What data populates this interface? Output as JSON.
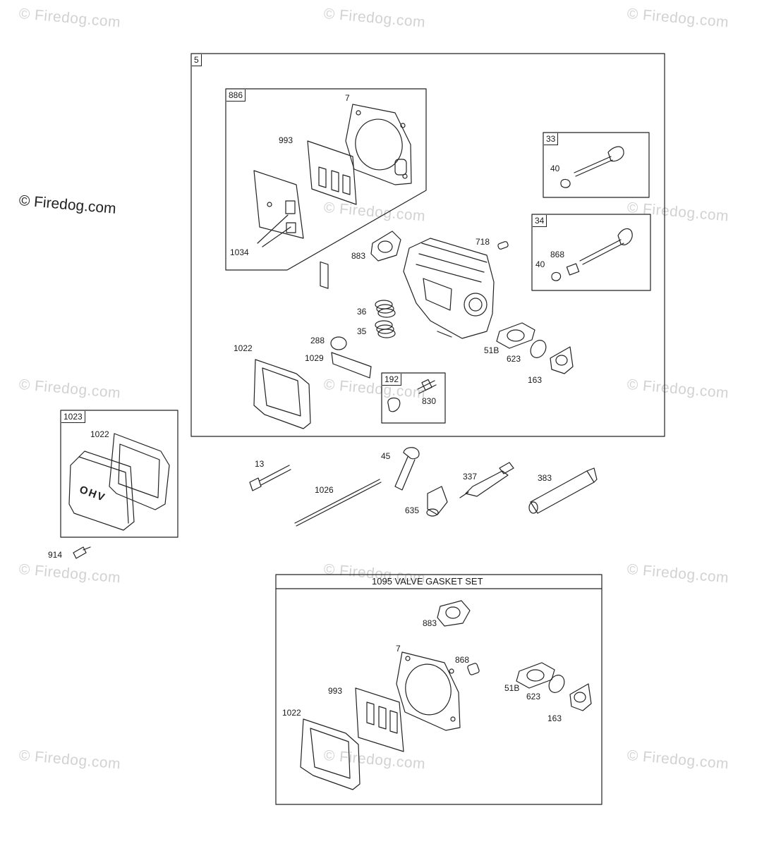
{
  "watermark": {
    "text": "© Firedog.com",
    "dark_text": "© Firedog.com"
  },
  "main_assembly": {
    "id": "5",
    "gasket_kit": {
      "id": "886",
      "parts": {
        "head_gasket": "7",
        "intake_gasket": "993",
        "breather_gasket": "1034"
      }
    },
    "exhaust_valve": {
      "id": "33",
      "retainer": "40"
    },
    "intake_valve": {
      "id": "34",
      "retainer": "40",
      "seal": "868"
    },
    "parts": {
      "exhaust_gasket": "883",
      "dowel_pin": "718",
      "spring_upper": "36",
      "spring_lower": "35",
      "plug": "288",
      "cover_gasket": "1022",
      "deflector": "1029",
      "muffler_gasket": "51B",
      "ring_seal": "623",
      "adapter_gasket": "163"
    },
    "rocker_kit": {
      "id": "192",
      "stud": "830"
    }
  },
  "cover_kit": {
    "id": "1023",
    "gasket": "1022",
    "cover_text": "OHV"
  },
  "loose_parts": {
    "screw_914": "914",
    "bolt_13": "13",
    "pushrod": "1026",
    "guide": "45",
    "spark_plug": "337",
    "boot": "635",
    "tool": "383"
  },
  "gasket_set": {
    "title": "1095 VALVE GASKET SET",
    "parts": {
      "exhaust_gasket": "883",
      "head_gasket": "7",
      "seal": "868",
      "intake_gasket": "993",
      "muffler_gasket": "51B",
      "ring_seal": "623",
      "cover_gasket": "1022",
      "adapter_gasket": "163"
    }
  },
  "colors": {
    "line": "#222222",
    "watermark": "#d2d2d2"
  }
}
